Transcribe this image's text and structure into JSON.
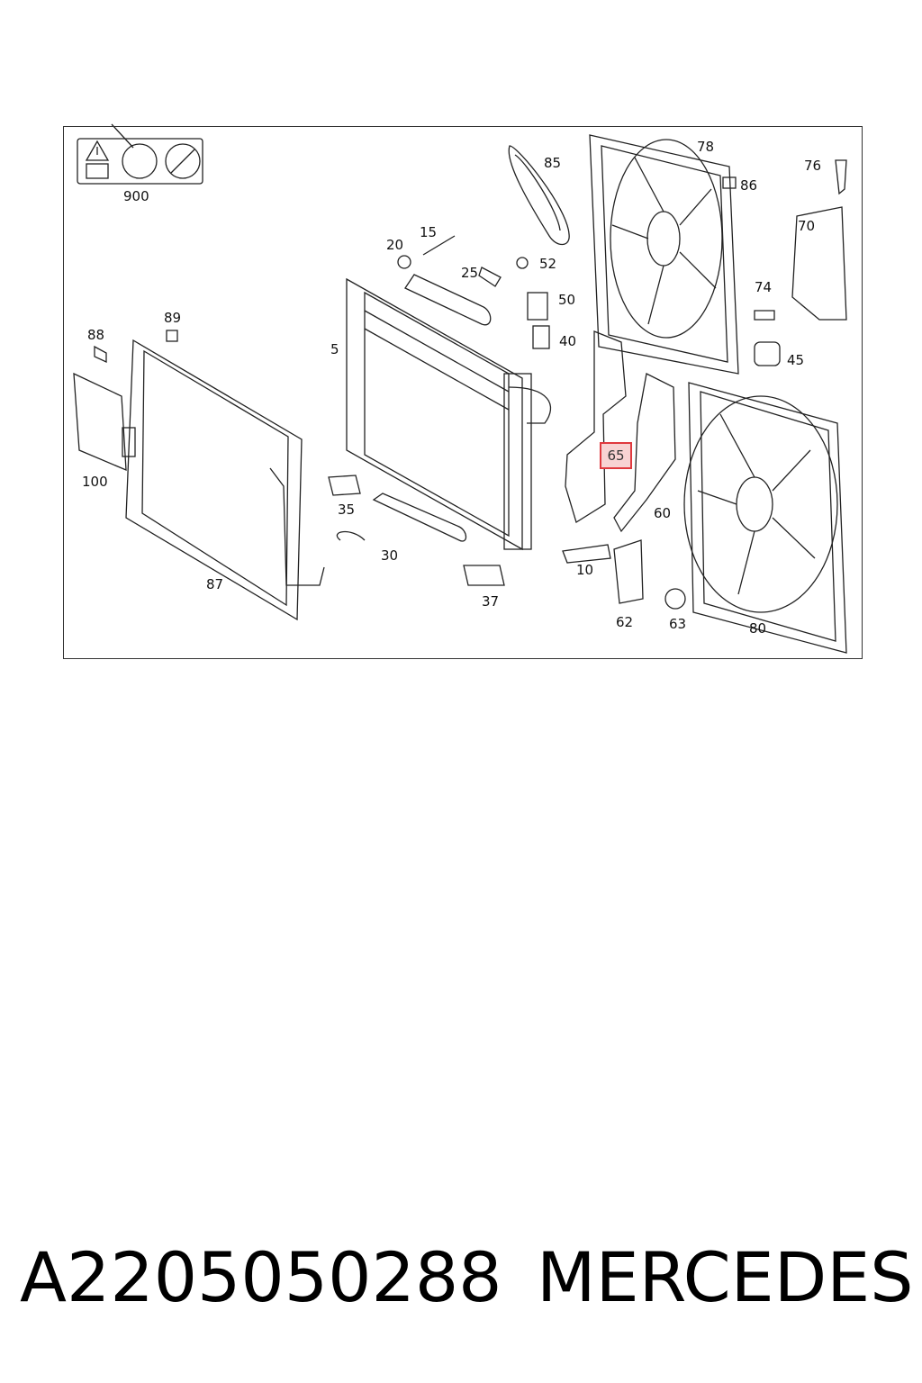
{
  "diagram": {
    "callouts": [
      {
        "id": "c900",
        "text": "900"
      },
      {
        "id": "c85",
        "text": "85"
      },
      {
        "id": "c78",
        "text": "78"
      },
      {
        "id": "c76",
        "text": "76"
      },
      {
        "id": "c86",
        "text": "86"
      },
      {
        "id": "c70",
        "text": "70"
      },
      {
        "id": "c15",
        "text": "15"
      },
      {
        "id": "c20",
        "text": "20"
      },
      {
        "id": "c25",
        "text": "25"
      },
      {
        "id": "c52",
        "text": "52"
      },
      {
        "id": "c50",
        "text": "50"
      },
      {
        "id": "c74",
        "text": "74"
      },
      {
        "id": "c89",
        "text": "89"
      },
      {
        "id": "c88",
        "text": "88"
      },
      {
        "id": "c5",
        "text": "5"
      },
      {
        "id": "c40",
        "text": "40"
      },
      {
        "id": "c45",
        "text": "45"
      },
      {
        "id": "c100",
        "text": "100"
      },
      {
        "id": "c35",
        "text": "35"
      },
      {
        "id": "c60",
        "text": "60"
      },
      {
        "id": "c30",
        "text": "30"
      },
      {
        "id": "c10",
        "text": "10"
      },
      {
        "id": "c87",
        "text": "87"
      },
      {
        "id": "c37",
        "text": "37"
      },
      {
        "id": "c62",
        "text": "62"
      },
      {
        "id": "c63",
        "text": "63"
      },
      {
        "id": "c80",
        "text": "80"
      }
    ],
    "highlighted_callout": "65",
    "highlight_color": "#e0393e"
  },
  "footer": {
    "part_number": "A2205050288",
    "brand": "MERCEDES"
  }
}
